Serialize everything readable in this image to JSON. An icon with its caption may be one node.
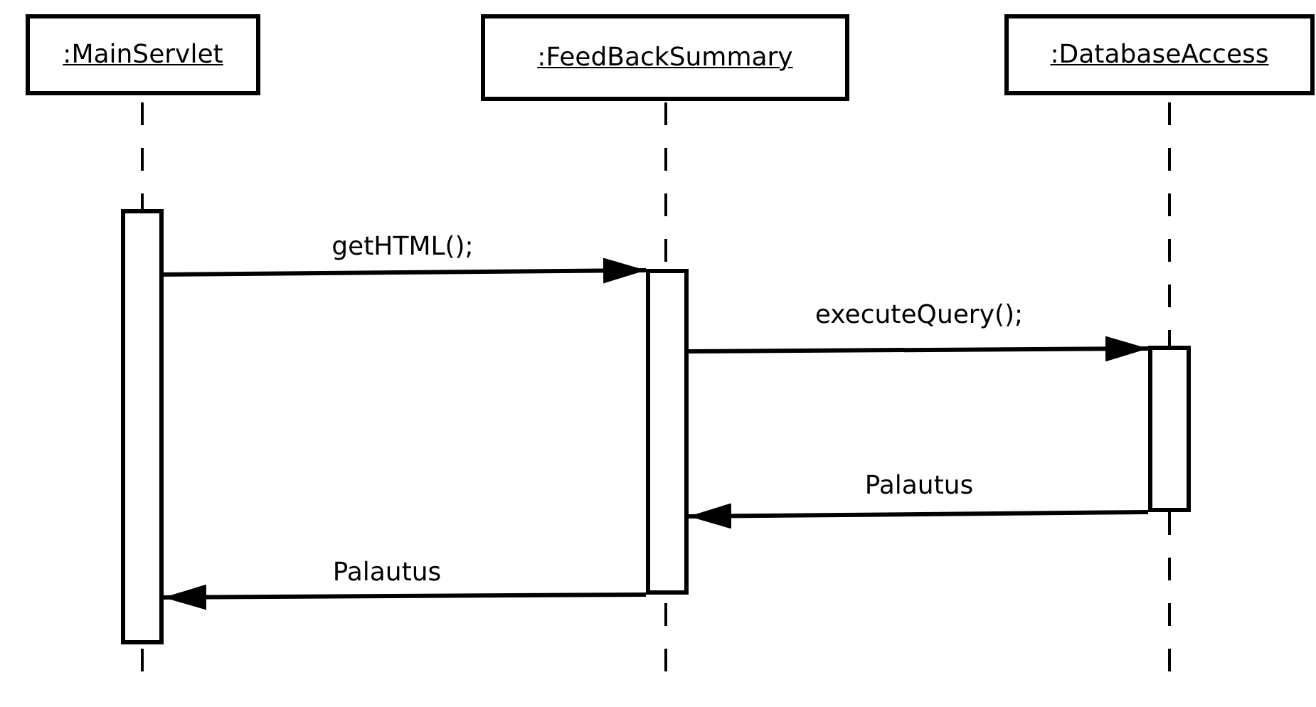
{
  "diagram": {
    "nodes": [
      {
        "text": [
          ":MainServlet"
        ]
      },
      {
        "text": [
          ":FeedBackSummary"
        ]
      },
      {
        "text": [
          ":DatabaseAccess"
        ]
      },
      {
        "text": [],
        "shape": "box"
      },
      {
        "text": [],
        "shape": "box"
      },
      {
        "text": [],
        "shape": "box"
      }
    ],
    "edges": [
      {
        "from": 3,
        "to": 4,
        "arrow": "to",
        "label": "getHTML();"
      },
      {
        "from": 4,
        "to": 5,
        "arrow": "to",
        "label": "executeQuery();"
      },
      {
        "from": 5,
        "to": 4,
        "arrow": "to",
        "label": "Palautus"
      },
      {
        "from": 4,
        "to": 3,
        "arrow": "to",
        "label": "Palautus"
      }
    ]
  }
}
